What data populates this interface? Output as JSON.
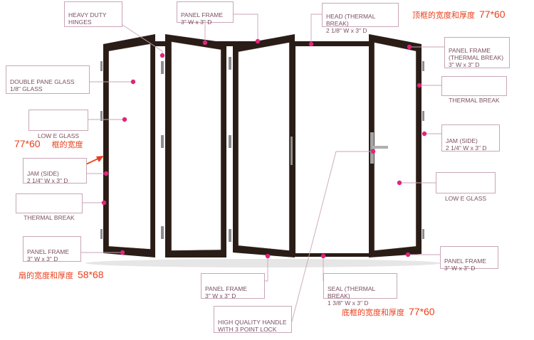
{
  "labels": {
    "hinges": [
      "HEAVY DUTY",
      "HINGES"
    ],
    "panel_frame_top": [
      "PANEL FRAME",
      "3\" W x 3\" D"
    ],
    "head": [
      "HEAD (THERMAL BREAK)",
      "2 1/8\" W x 3\" D"
    ],
    "panel_frame_thermal": [
      "PANEL FRAME",
      "(THERMAL BREAK)",
      "3\" W x 3\" D"
    ],
    "thermal_break_right": [
      "THERMAL BREAK"
    ],
    "double_pane_glass": [
      "DOUBLE PANE GLASS",
      "1/8\" GLASS"
    ],
    "low_e_glass_left": [
      "LOW E GLASS"
    ],
    "jam_side_right": [
      "JAM (SIDE)",
      "2 1/4\" W x 3\" D"
    ],
    "jam_side_left": [
      "JAM (SIDE)",
      "2 1/4\" W x 3\" D"
    ],
    "low_e_glass_right": [
      "LOW E GLASS"
    ],
    "thermal_break_left": [
      "THERMAL BREAK"
    ],
    "panel_frame_left": [
      "PANEL FRAME",
      "3\" W x 3\" D"
    ],
    "panel_frame_right": [
      "PANEL FRAME",
      "3\" W x 3\" D"
    ],
    "panel_frame_bottom": [
      "PANEL FRAME",
      "3\" W x 3\" D"
    ],
    "seal": [
      "SEAL (THERMAL BREAK)",
      "1 3/8\" W x 3\" D"
    ],
    "handle": [
      "HIGH QUALITY HANDLE",
      "WITH 3 POINT LOCK"
    ]
  },
  "annotations": {
    "top_frame_cn": "顶框的宽度和厚度",
    "top_frame_dim": "77*60",
    "frame_dim_left": "77*60",
    "frame_cn_left": "框的宽度",
    "sash_cn": "扇的宽度和厚度",
    "sash_dim": "58*68",
    "bottom_frame_cn": "底框的宽度和厚度",
    "bottom_frame_dim": "77*60"
  },
  "colors": {
    "dot": "#e0257a",
    "frame": "#2a1c16",
    "label_border": "#c9a6b8",
    "label_text": "#7a5060",
    "annotation": "#e8401c"
  }
}
